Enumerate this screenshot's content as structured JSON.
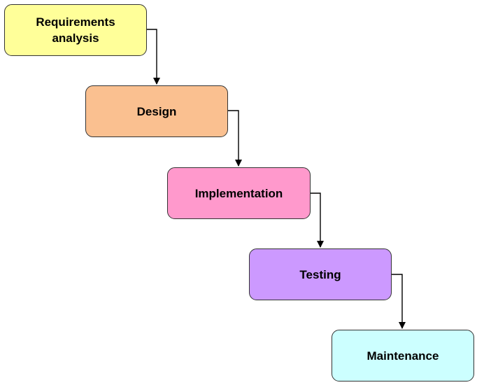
{
  "diagram": {
    "stages": [
      {
        "label": "Requirements\nanalysis",
        "color": "#FFFF99"
      },
      {
        "label": "Design",
        "color": "#FAC090"
      },
      {
        "label": "Implementation",
        "color": "#FF99CC"
      },
      {
        "label": "Testing",
        "color": "#CC99FF"
      },
      {
        "label": "Maintenance",
        "color": "#CCFFFF"
      }
    ],
    "connector_color": "#000000"
  }
}
